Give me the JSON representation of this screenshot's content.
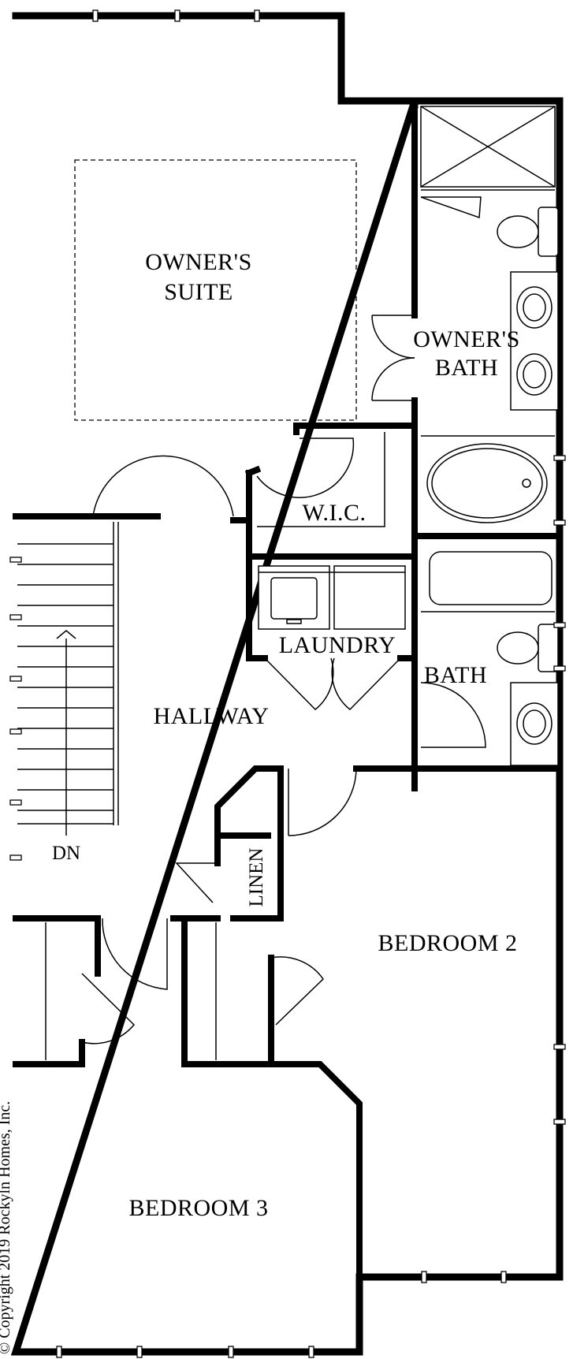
{
  "rooms": {
    "owners_suite": [
      "OWNER'S",
      "SUITE"
    ],
    "owners_bath": [
      "OWNER'S",
      "BATH"
    ],
    "wic": "W.I.C.",
    "laundry": "LAUNDRY",
    "bath": "BATH",
    "hallway": "HALLWAY",
    "stairs": "DN",
    "linen": "LINEN",
    "bedroom2": "BEDROOM 2",
    "bedroom3": "BEDROOM 3"
  },
  "copyright": "© Copyright 2019 Rockyln Homes, Inc."
}
